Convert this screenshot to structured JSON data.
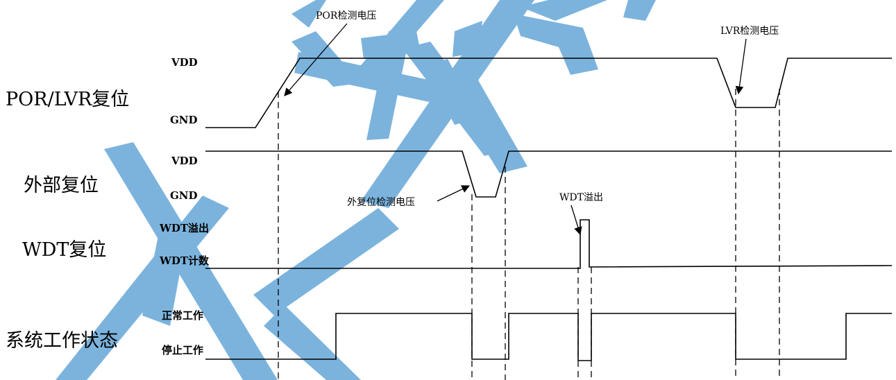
{
  "rows": {
    "por": {
      "label": "POR/LVR复位",
      "high": "VDD",
      "low": "GND"
    },
    "ext": {
      "label": "外部复位",
      "high": "VDD",
      "low": "GND"
    },
    "wdt": {
      "label": "WDT复位",
      "high": "WDT溢出",
      "low": "WDT计数"
    },
    "sys": {
      "label": "系统工作状态",
      "high": "正常工作",
      "low": "停止工作"
    }
  },
  "annotations": {
    "por_detect": "POR检测电压",
    "lvr_detect": "LVR检测电压",
    "ext_detect": "外复位检测电压",
    "wdt_overflow": "WDT溢出"
  },
  "colors": {
    "watermark": "#7bb3dd",
    "line": "#000000"
  }
}
